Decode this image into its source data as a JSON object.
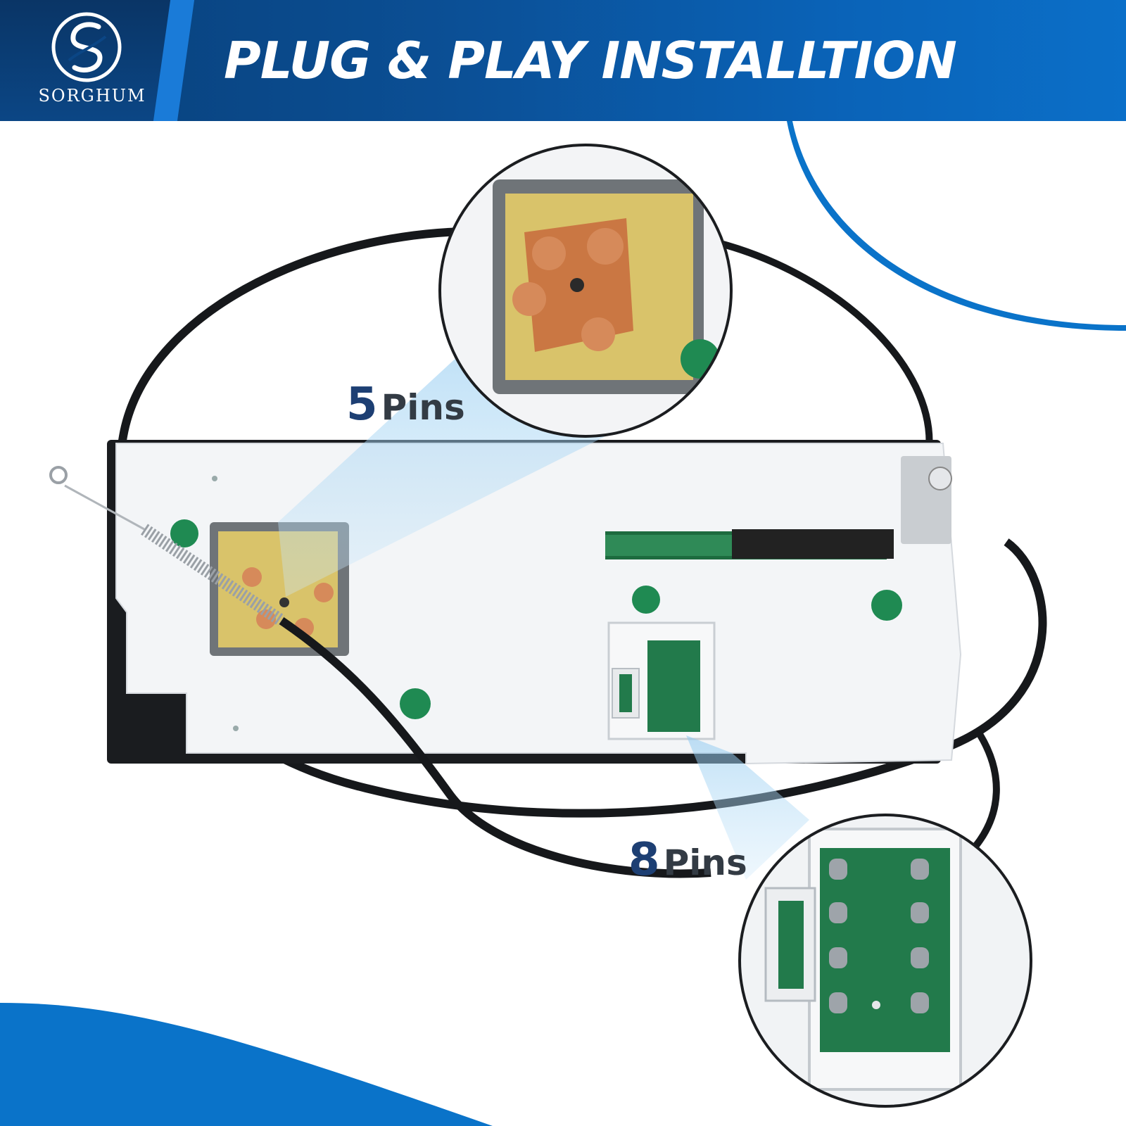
{
  "brand": {
    "name": "SORGHUM"
  },
  "headline": "PLUG & PLAY INSTALLTION",
  "callouts": [
    {
      "count": "5",
      "unit": "Pins"
    },
    {
      "count": "8",
      "unit": "Pins"
    }
  ],
  "colors": {
    "banner_dark": "#083f78",
    "banner_light": "#0b6fc8",
    "accent_blue": "#0a73c9",
    "label_navy": "#1d3f73",
    "pcb_green": "#1f8a52",
    "copper": "#d68a5a"
  }
}
